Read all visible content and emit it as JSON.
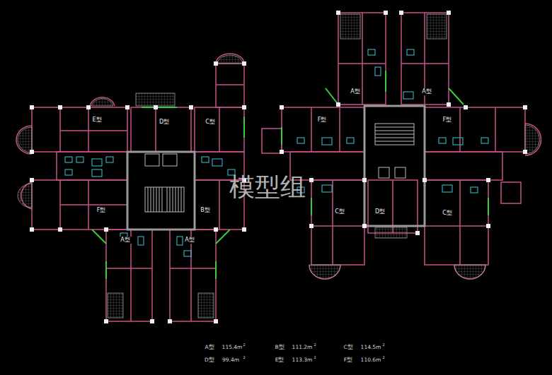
{
  "diagram": {
    "labels": [
      "A型",
      "A型",
      "E型",
      "D型",
      "C型",
      "F型",
      "F型",
      "模型组",
      "F型",
      "B型",
      "C型",
      "D型",
      "C型",
      "A型",
      "A型",
      "A型",
      "115.4m",
      "2",
      "B型",
      "111.2m",
      "2",
      "C型",
      "114.5m",
      "2",
      "D型",
      "99.4m",
      "2",
      "E型",
      "113.3m",
      "2",
      "F型",
      "110.6m",
      "2"
    ]
  }
}
